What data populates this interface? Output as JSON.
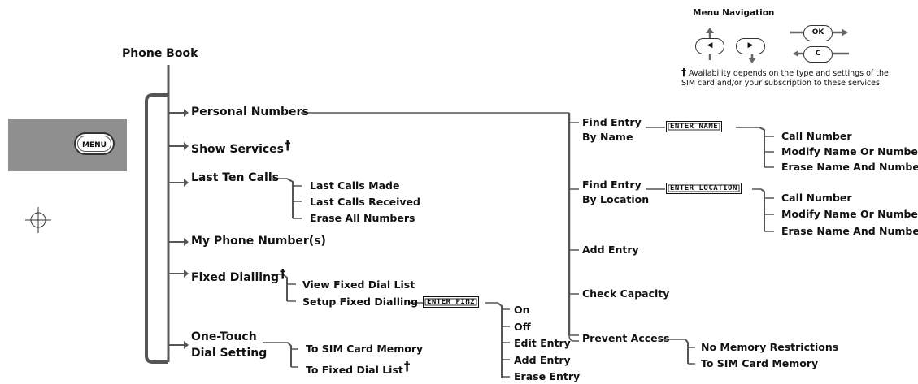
{
  "root": {
    "title": "Phone Book"
  },
  "menu_key": {
    "label": "MENU"
  },
  "navigation": {
    "title": "Menu Navigation",
    "ok_label": "OK",
    "c_label": "C",
    "footnote_line1": "Availability depends on the type and settings of the",
    "footnote_line2": "SIM card and/or your subscription to these services.",
    "dagger": "†"
  },
  "main_items": {
    "personal_numbers": "Personal Numbers",
    "show_services": "Show Services",
    "last_ten_calls": "Last Ten Calls",
    "my_phone_numbers": "My Phone Number(s)",
    "fixed_dialling": "Fixed Dialling",
    "one_touch_1": "One-Touch",
    "one_touch_2": "Dial Setting"
  },
  "last_ten_calls_sub": [
    "Last Calls Made",
    "Last Calls Received",
    "Erase All Numbers"
  ],
  "fixed_dialling_sub": [
    "View Fixed Dial List",
    "Setup Fixed Dialling"
  ],
  "enter_pin2": "ENTER PIN2",
  "pin2_sub": [
    "On",
    "Off",
    "Edit Entry",
    "Add Entry",
    "Erase Entry"
  ],
  "one_touch_sub": [
    "To SIM Card Memory",
    "To Fixed Dial List"
  ],
  "personal_sub": {
    "find_by_name_1": "Find Entry",
    "find_by_name_2": "By Name",
    "find_by_location_1": "Find Entry",
    "find_by_location_2": "By Location",
    "add_entry": "Add Entry",
    "check_capacity": "Check Capacity",
    "prevent_access": "Prevent Access"
  },
  "enter_name": "ENTER NAME",
  "enter_location": "ENTER LOCATION",
  "entry_actions": [
    "Call Number",
    "Modify Name Or Number",
    "Erase Name And Number"
  ],
  "prevent_access_sub": [
    "No Memory Restrictions",
    "To SIM Card Memory"
  ]
}
